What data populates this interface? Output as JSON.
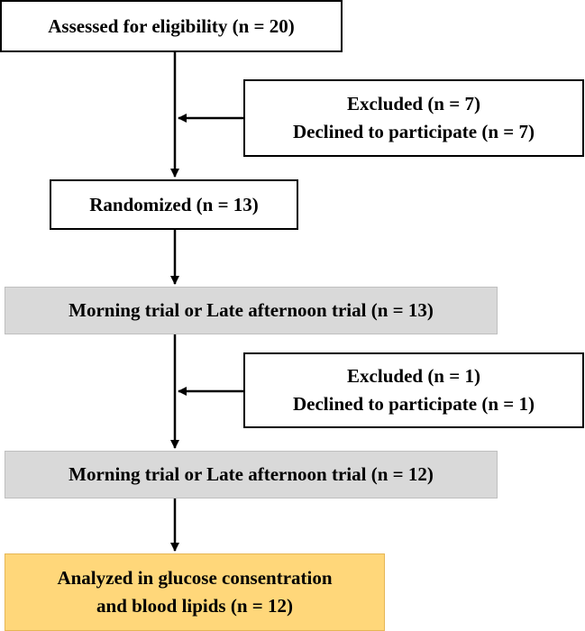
{
  "flowchart": {
    "assessed": "Assessed for eligibility (n = 20)",
    "excluded_1": {
      "line1": "Excluded (n = 7)",
      "line2": "Declined to participate (n = 7)"
    },
    "randomized": "Randomized (n = 13)",
    "trial_1": "Morning trial or Late afternoon trial (n = 13)",
    "excluded_2": {
      "line1": "Excluded (n = 1)",
      "line2": "Declined to participate (n = 1)"
    },
    "trial_2": "Morning trial or Late afternoon trial (n = 12)",
    "analyzed": {
      "line1": "Analyzed in glucose consentration",
      "line2": "and blood lipids (n = 12)"
    }
  },
  "colors": {
    "box_border": "#000000",
    "grey_fill": "#d9d9d9",
    "highlight_fill": "#ffd77a",
    "arrow": "#000000"
  }
}
